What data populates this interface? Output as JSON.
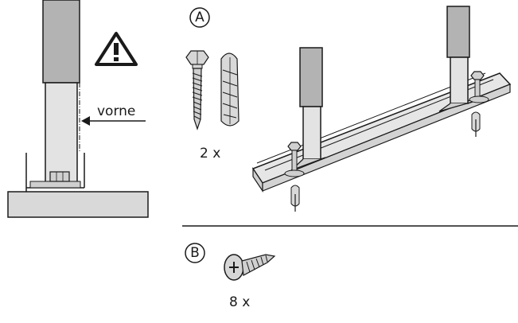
{
  "labels": {
    "front": "vorne",
    "step_a": "A",
    "step_b": "B",
    "qty_a": "2 x",
    "qty_b": "8 x"
  },
  "colors": {
    "line": "#1a1a1a",
    "post_dark": "#b3b3b3",
    "post_light": "#e3e3e3",
    "floor": "#d9d9d9",
    "channel": "#e6e6e6"
  },
  "icons": [
    "warning-icon",
    "screw-icon",
    "wall-plug-icon",
    "hex-bolt-icon",
    "phillips-screw-icon"
  ]
}
